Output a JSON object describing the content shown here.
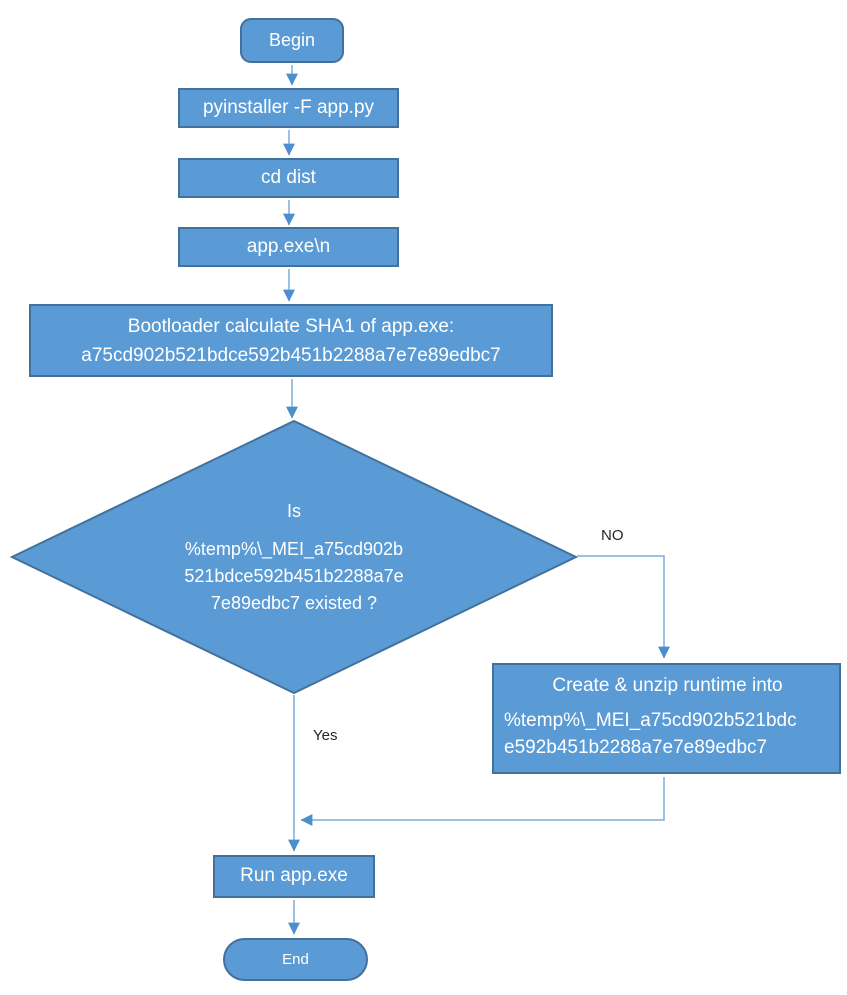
{
  "palette": {
    "shape_fill": "#5b9bd5",
    "shape_border": "#41719c",
    "connector_line": "#7aaede",
    "arrowhead": "#4d8fce",
    "shape_text": "#ffffff",
    "edge_label_text": "#262626",
    "background": "#ffffff"
  },
  "nodes": {
    "begin": {
      "label": "Begin"
    },
    "pyinstaller": {
      "label": "pyinstaller -F app.py"
    },
    "cd_dist": {
      "label": "cd dist"
    },
    "app_exe": {
      "label": "app.exe\\n"
    },
    "sha": {
      "line1": "Bootloader calculate SHA1 of app.exe:",
      "line2": "a75cd902b521bdce592b451b2288a7e7e89edbc7"
    },
    "decision": {
      "intro": "Is",
      "lines": [
        "%temp%\\_MEI_a75cd902b",
        "521bdce592b451b2288a7e",
        "7e89edbc7 existed ?"
      ]
    },
    "create_runtime": {
      "title": "Create & unzip runtime into",
      "path_line1": "%temp%\\_MEI_a75cd902b521bdc",
      "path_line2": "e592b451b2288a7e7e89edbc7"
    },
    "run": {
      "label": "Run app.exe"
    },
    "end": {
      "label": "End"
    }
  },
  "edge_labels": {
    "no": "NO",
    "yes": "Yes"
  }
}
